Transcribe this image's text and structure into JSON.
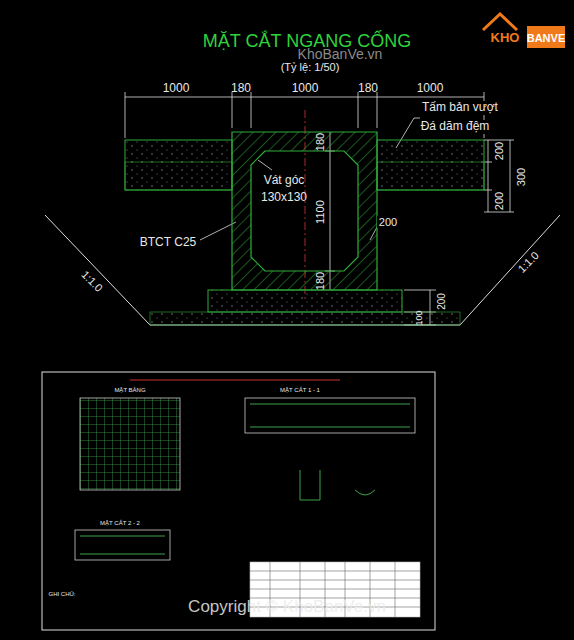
{
  "diagram": {
    "title": "MẶT CẮT NGANG CỐNG",
    "labels": [
      "(Tỷ lệ: 1/50)",
      "KhoBanVe.vn",
      "1000",
      "180",
      "1000",
      "180",
      "1000",
      "Tấm bản vượt",
      "Đá dăm đệm",
      "180",
      "1100",
      "180",
      "200",
      "300",
      "200",
      "200",
      "Vát góc",
      "130x130",
      "BTCT C25",
      "1:1.0",
      "1:1.0",
      "200",
      "100",
      "MẶT BẰNG",
      "MẶT CẮT 1 - 1",
      "MẶT CẮT 2 - 2",
      "GHI CHÚ:",
      "KHO",
      "BANVE",
      "Copyright © KhoBanVe.vn"
    ]
  }
}
